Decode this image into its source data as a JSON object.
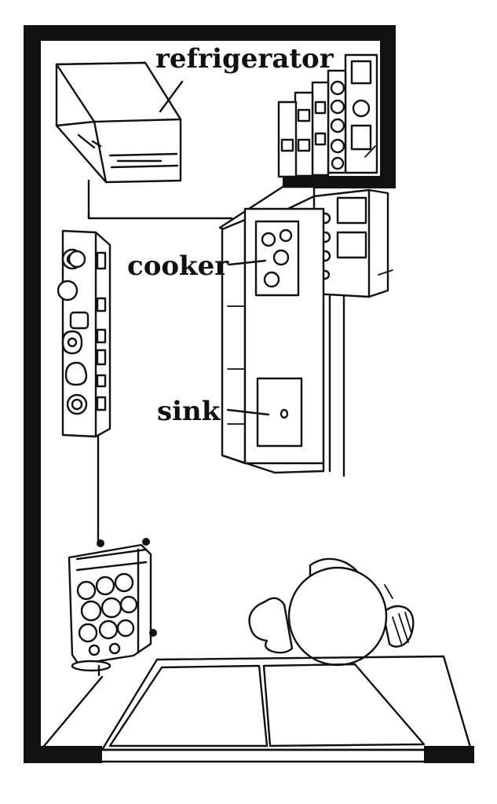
{
  "labels": {
    "refrigerator": "refrigerator",
    "cooker": "cooker",
    "sink": "sink"
  },
  "colors": {
    "ink": "#111111",
    "paper": "#ffffff"
  }
}
